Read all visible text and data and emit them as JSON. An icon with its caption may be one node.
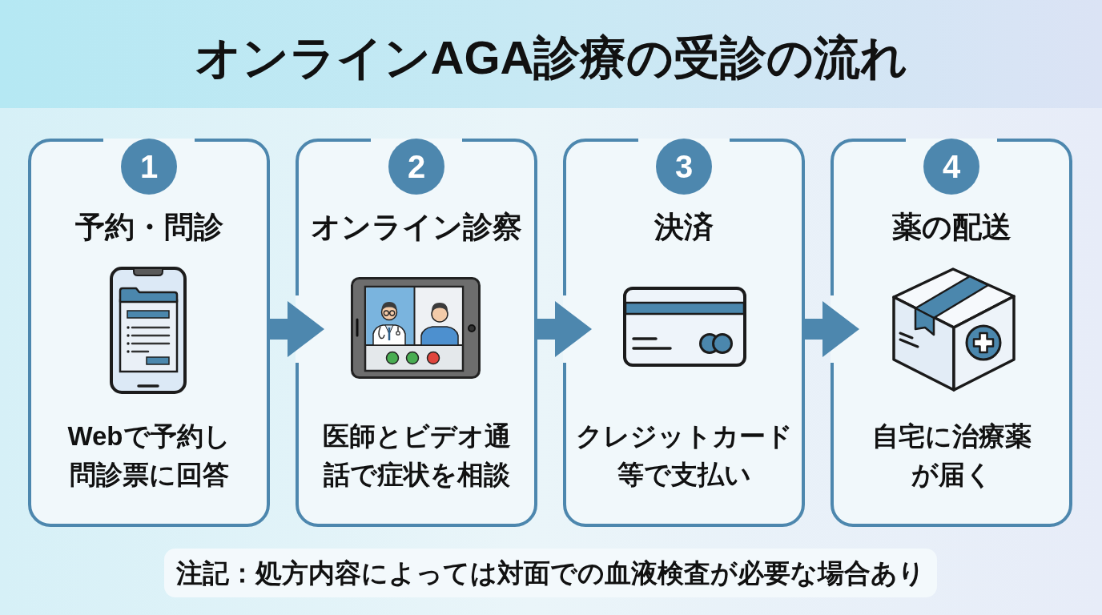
{
  "diagram": {
    "title": "オンラインAGA診療の受診の流れ",
    "nodes": [
      {
        "text": [
          "1",
          "予約・問診",
          "Webで予約し問診票に回答"
        ]
      },
      {
        "text": [
          "2",
          "オンライン診察",
          "医師とビデオ通話で症状を相談"
        ]
      },
      {
        "text": [
          "3",
          "決済",
          "クレジットカード等で支払い"
        ]
      },
      {
        "text": [
          "4",
          "薬の配送",
          "自宅に治療薬が届く"
        ]
      },
      {
        "text": [
          "注記：処方内容によっては対面での血液検査が必要な場合あり"
        ]
      }
    ],
    "edges": [
      {
        "from": 0,
        "to": 1,
        "arrow": "to"
      },
      {
        "from": 1,
        "to": 2,
        "arrow": "to"
      },
      {
        "from": 2,
        "to": 3,
        "arrow": "to"
      }
    ]
  }
}
